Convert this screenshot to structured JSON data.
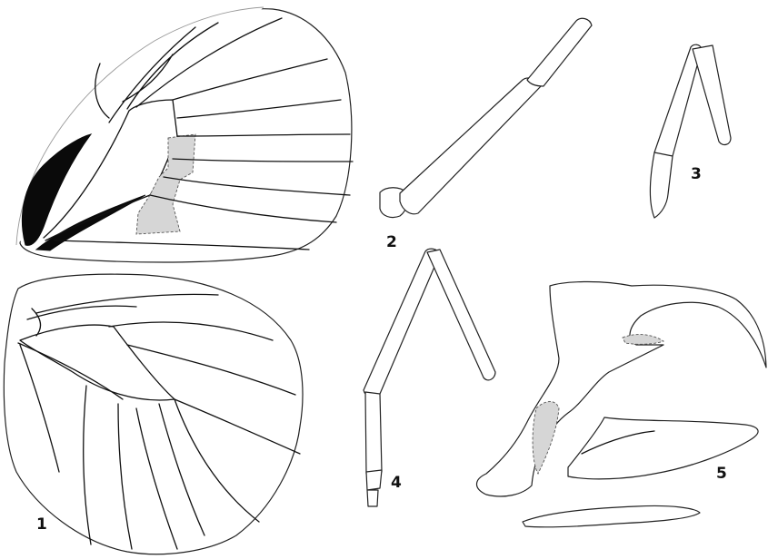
{
  "figure": {
    "labels": {
      "fig1": "1",
      "fig2": "2",
      "fig3": "3",
      "fig4": "4",
      "fig5": "5"
    }
  }
}
